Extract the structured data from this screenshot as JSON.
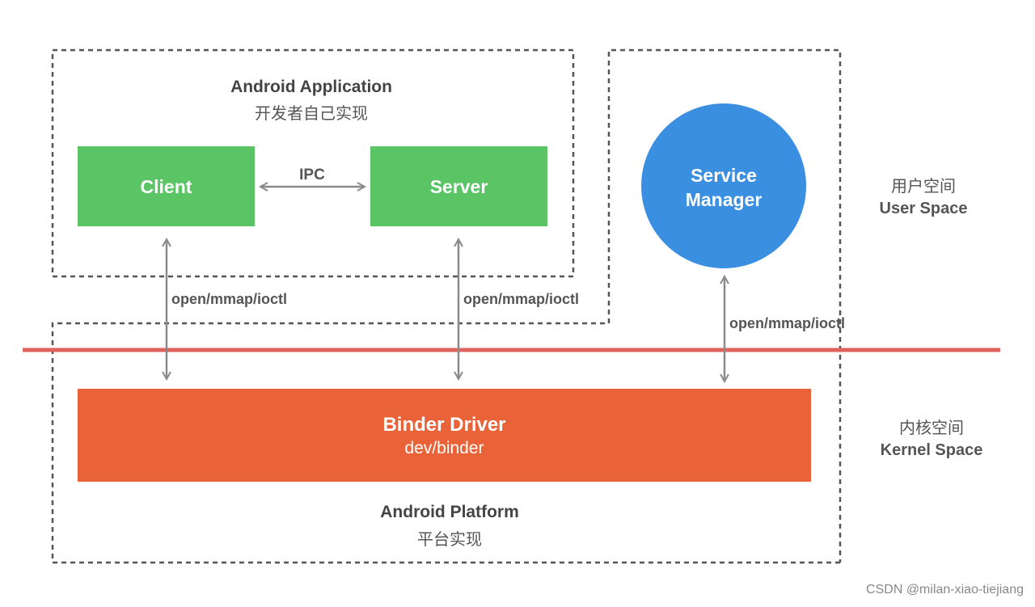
{
  "app_container": {
    "title": "Android Application",
    "subtitle": "开发者自己实现"
  },
  "platform_container": {
    "title": "Android Platform",
    "subtitle": "平台实现"
  },
  "client": {
    "label": "Client"
  },
  "server": {
    "label": "Server"
  },
  "ipc": {
    "label": "IPC"
  },
  "service_manager": {
    "line1": "Service",
    "line2": "Manager"
  },
  "binder_driver": {
    "title": "Binder Driver",
    "subtitle": "dev/binder"
  },
  "syscalls": {
    "client": "open/mmap/ioctl",
    "server": "open/mmap/ioctl",
    "service_manager": "open/mmap/ioctl"
  },
  "space_labels": {
    "user_cn": "用户空间",
    "user_en": "User Space",
    "kernel_cn": "内核空间",
    "kernel_en": "Kernel Space"
  },
  "watermark": "CSDN @milan-xiao-tiejiang",
  "colors": {
    "green": "#5BC464",
    "blue": "#3B8FE0",
    "orange": "#EA6238",
    "divider": "#E0625A",
    "dashed": "#555555",
    "arrow": "#8A8A8A"
  }
}
